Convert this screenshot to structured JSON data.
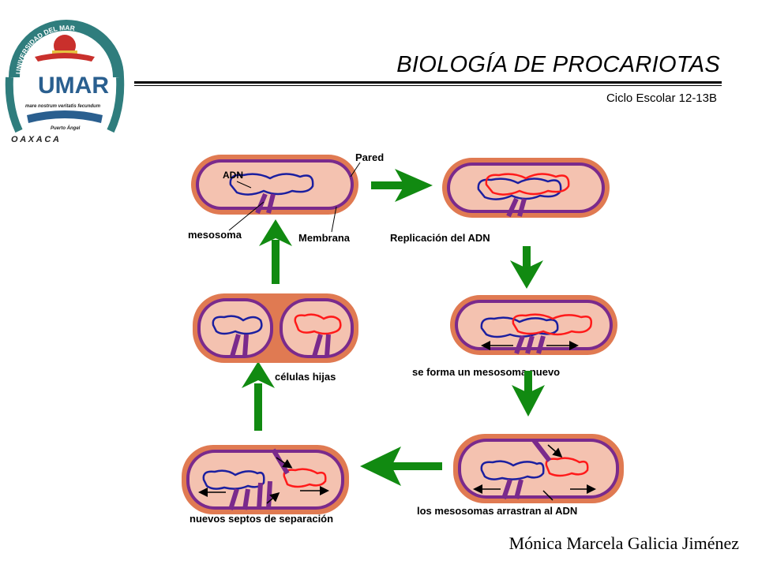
{
  "header": {
    "title": "BIOLOGÍA DE PROCARIOTAS",
    "subtitle": "Ciclo Escolar 12-13B"
  },
  "logo": {
    "ring_text": "UNIVERSIDAD DEL MAR",
    "letters": "UMAR",
    "motto": "mare nostrum veritatis fecundum",
    "campus": "Puerto Ángel",
    "state": "O A X A C A"
  },
  "diagram": {
    "labels": {
      "adn": "ADN",
      "pared": "Pared",
      "mesosoma": "mesosoma",
      "membrana": "Membrana",
      "step2": "Replicación del ADN",
      "step3": "se forma un mesosoma nuevo",
      "step4": "los mesosomas arrastran al ADN",
      "step5": "nuevos septos de separación",
      "step6": "células hijas"
    },
    "colors": {
      "wall": "#e07a52",
      "membrane": "#7a2a8c",
      "cytoplasm": "#f4c2b0",
      "dna_blue": "#1b1fa0",
      "dna_red": "#ff1a1a",
      "arrow": "#118a11"
    }
  },
  "footer": {
    "author": "Mónica Marcela Galicia Jiménez"
  }
}
